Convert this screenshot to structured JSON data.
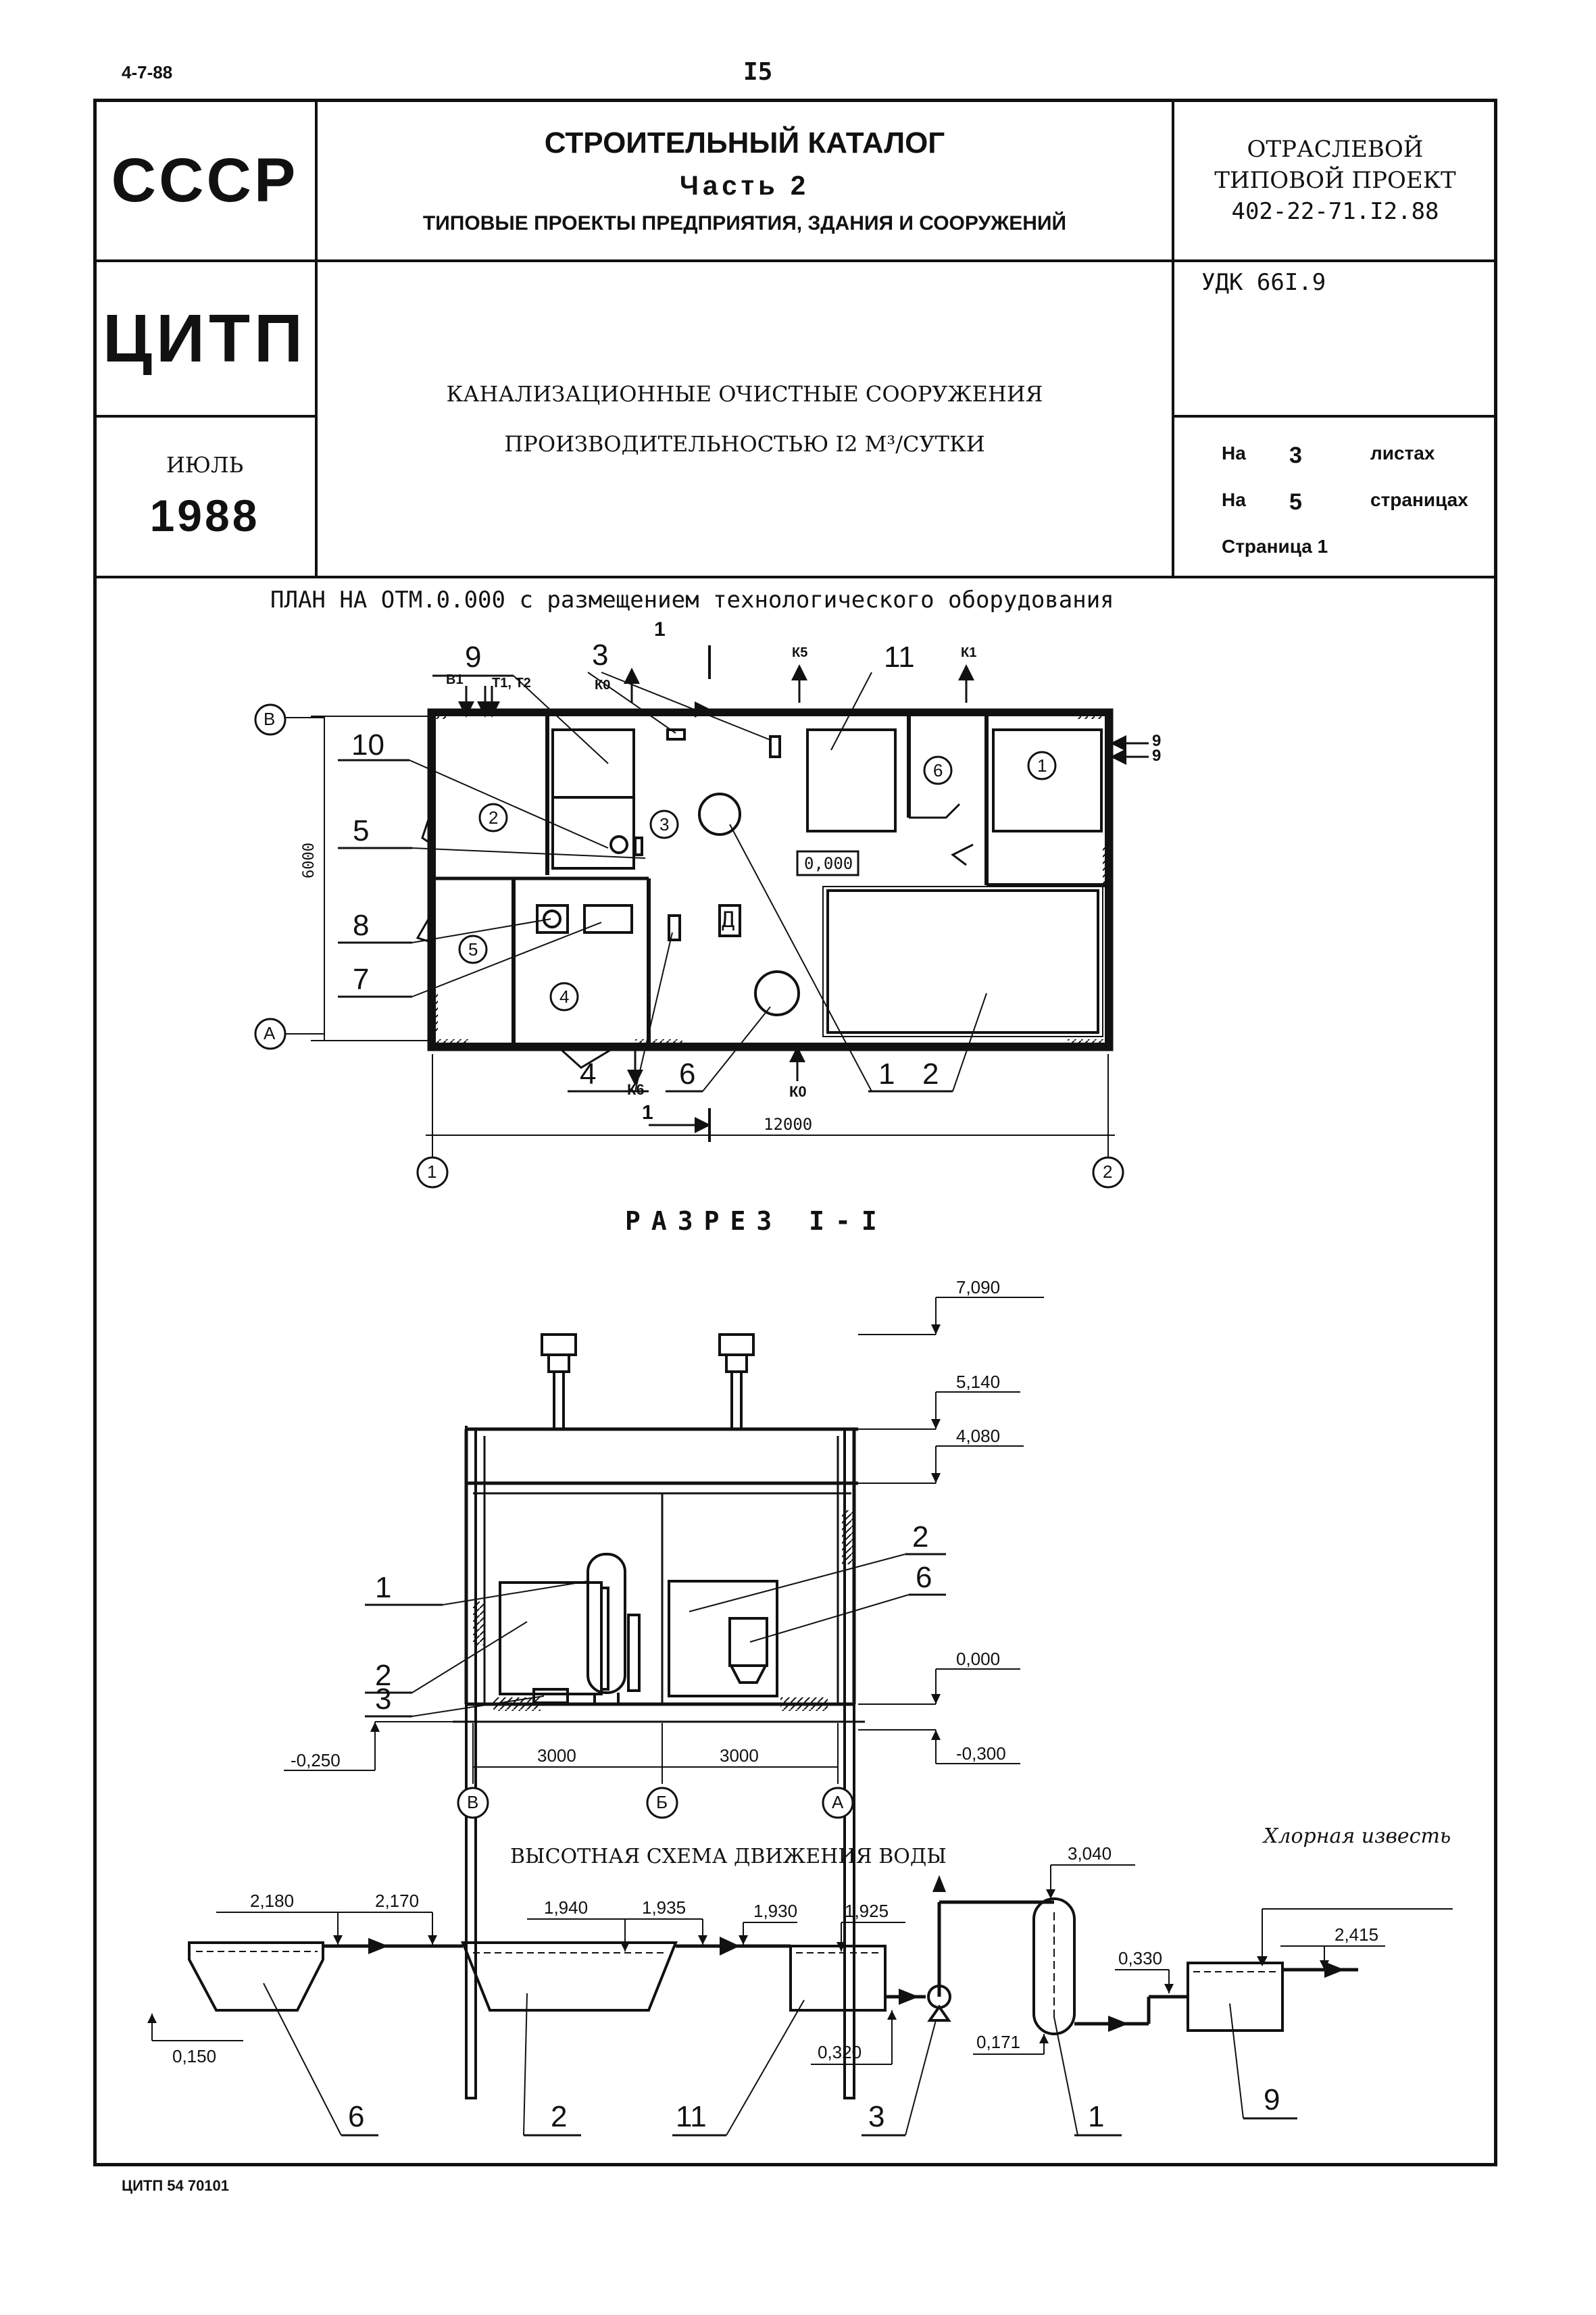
{
  "top": {
    "code": "4-7-88",
    "page_number": "I5"
  },
  "header": {
    "org": "СССР",
    "catalog_title": "СТРОИТЕЛЬНЫЙ КАТАЛОГ",
    "catalog_part": "Часть 2",
    "catalog_subtitle": "ТИПОВЫЕ ПРОЕКТЫ ПРЕДПРИЯТИЯ, ЗДАНИЯ И СООРУЖЕНИЙ",
    "project_line1": "ОТРАСЛЕВОЙ",
    "project_line2": "ТИПОВОЙ ПРОЕКТ",
    "project_code": "402-22-71.I2.88",
    "publisher": "ЦИТП",
    "doc_title_line1": "КАНАЛИЗАЦИОННЫЕ ОЧИСТНЫЕ СООРУЖЕНИЯ",
    "doc_title_line2": "ПРОИЗВОДИТЕЛЬНОСТЬЮ I2 М³/СУТКИ",
    "udk": "УДК 66I.9",
    "month": "ИЮЛЬ",
    "year": "1988",
    "sheets_prefix": "На",
    "sheets_count": "3",
    "sheets_label": "листах",
    "pages_prefix": "На",
    "pages_count": "5",
    "pages_label": "страницах",
    "page_label": "Страница 1"
  },
  "plan": {
    "title": "ПЛАН НА ОТМ.0.000 с размещением технологического оборудования",
    "dim_width": "12000",
    "dim_height": "6000",
    "level": "0,000",
    "room_d": "Д",
    "axes": [
      "В",
      "А",
      "1",
      "2"
    ],
    "pipe_labels": [
      "В1",
      "Т1, Т2",
      "К0",
      "К5",
      "К1",
      "К6",
      "К0",
      "9",
      "9"
    ],
    "section_marks": [
      "1",
      "1"
    ],
    "room_numbers": [
      "1",
      "2",
      "3",
      "4",
      "5",
      "6"
    ],
    "callouts": [
      "9",
      "3",
      "11",
      "10",
      "5",
      "8",
      "7",
      "4",
      "6",
      "1",
      "2"
    ]
  },
  "section": {
    "title": "РАЗРЕЗ I-I",
    "levels": [
      "7,090",
      "5,140",
      "4,080",
      "0,000",
      "-0,250",
      "-0,300"
    ],
    "dims": [
      "3000",
      "3000"
    ],
    "axes": [
      "В",
      "Б",
      "А"
    ],
    "callouts": [
      "1",
      "2",
      "3",
      "2",
      "6"
    ]
  },
  "scheme": {
    "title": "ВЫСОТНАЯ СХЕМА ДВИЖЕНИЯ ВОДЫ",
    "chlorine": "Хлорная известь",
    "levels": [
      "2,180",
      "2,170",
      "1,940",
      "1,935",
      "1,930",
      "1,925",
      "3,040",
      "2,415",
      "0,330",
      "0,150",
      "0,320",
      "0,171"
    ],
    "callouts": [
      "6",
      "2",
      "11",
      "3",
      "1",
      "9"
    ]
  },
  "footer": {
    "stamp": "ЦИТП 54 70101"
  }
}
